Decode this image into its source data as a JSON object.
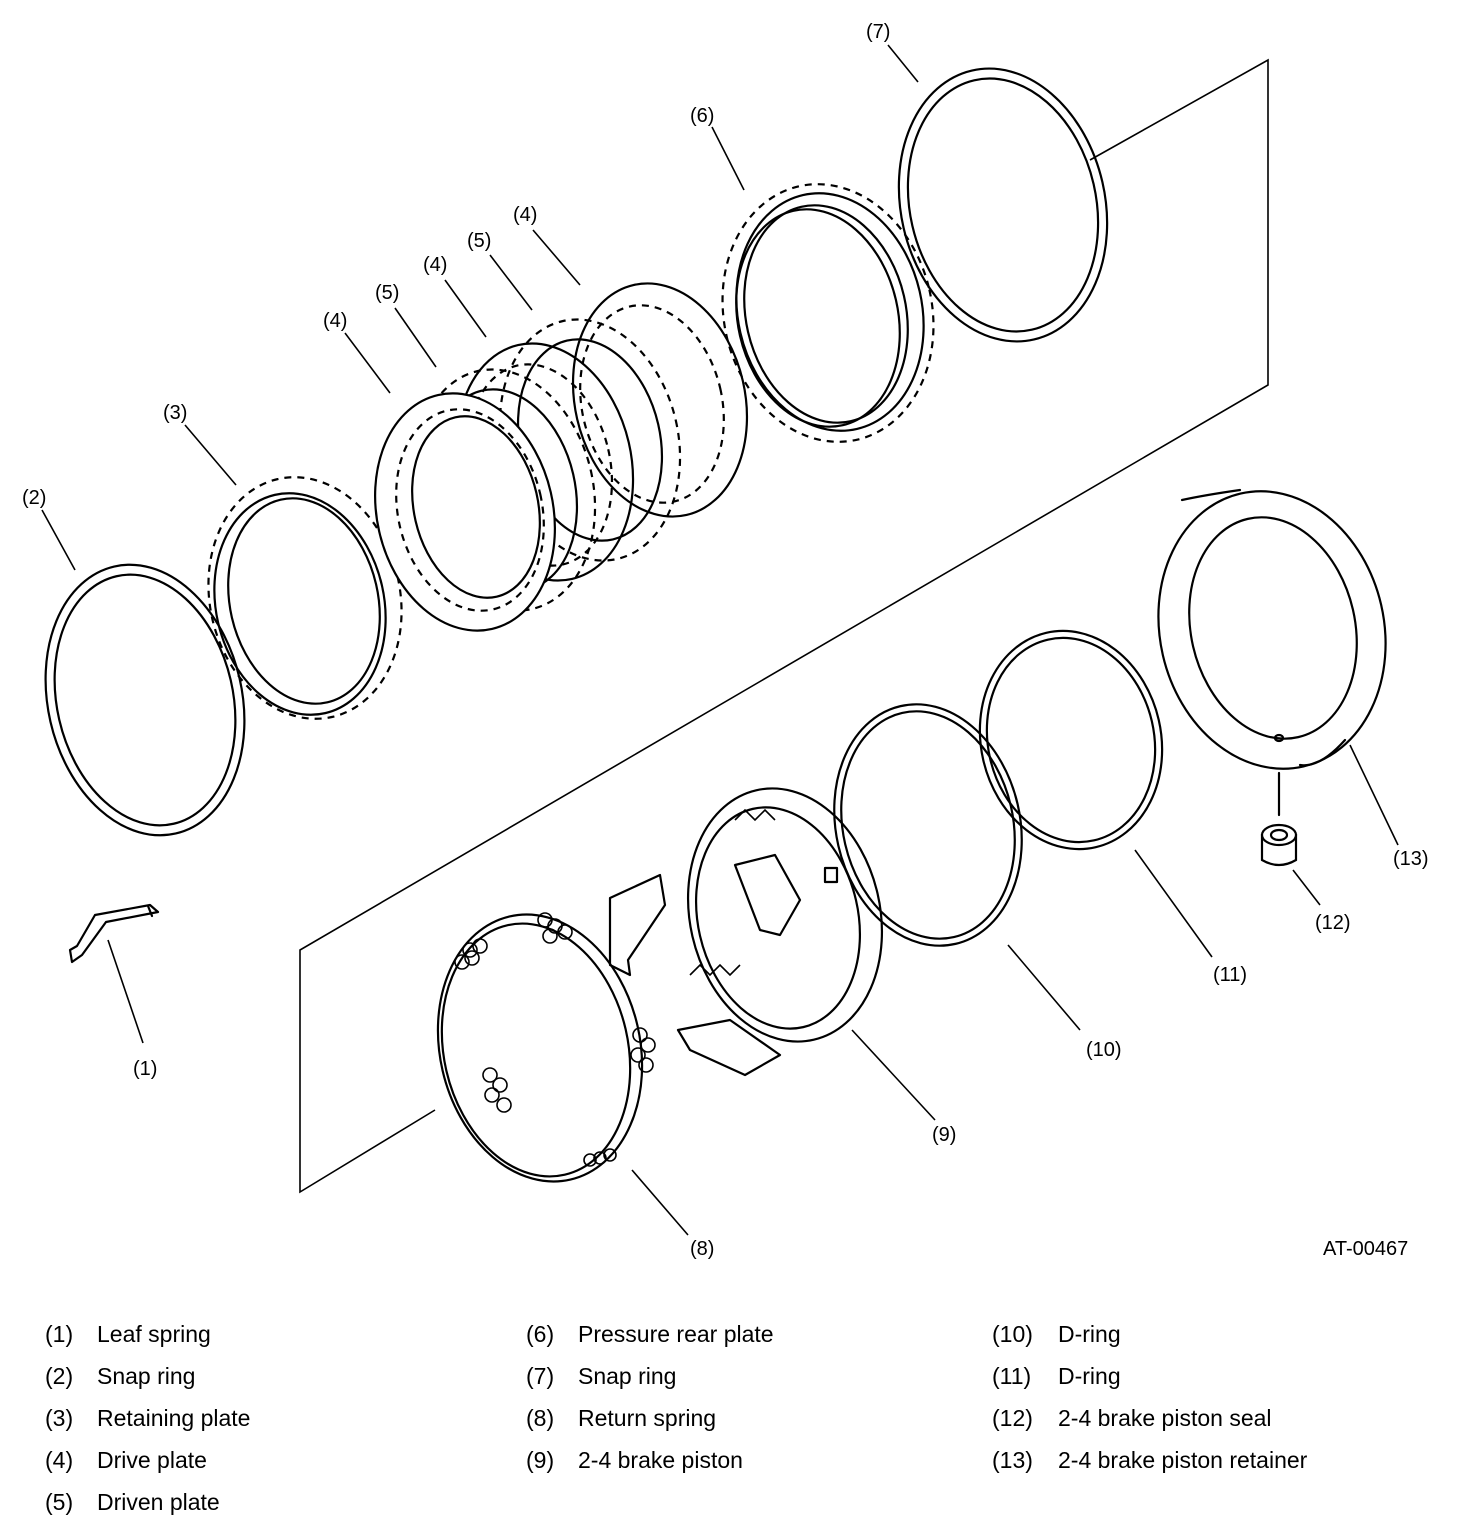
{
  "figure_id": "AT-00467",
  "callouts": [
    "(1)",
    "(2)",
    "(3)",
    "(4)",
    "(5)",
    "(4)",
    "(5)",
    "(4)",
    "(6)",
    "(7)",
    "(8)",
    "(9)",
    "(10)",
    "(11)",
    "(12)",
    "(13)"
  ],
  "legend": [
    {
      "num": "(1)",
      "label": "Leaf spring"
    },
    {
      "num": "(2)",
      "label": "Snap ring"
    },
    {
      "num": "(3)",
      "label": "Retaining plate"
    },
    {
      "num": "(4)",
      "label": "Drive plate"
    },
    {
      "num": "(5)",
      "label": "Driven plate"
    },
    {
      "num": "(6)",
      "label": "Pressure rear plate"
    },
    {
      "num": "(7)",
      "label": "Snap ring"
    },
    {
      "num": "(8)",
      "label": "Return spring"
    },
    {
      "num": "(9)",
      "label": "2-4 brake piston"
    },
    {
      "num": "(10)",
      "label": "D-ring"
    },
    {
      "num": "(11)",
      "label": "D-ring"
    },
    {
      "num": "(12)",
      "label": "2-4 brake piston seal"
    },
    {
      "num": "(13)",
      "label": "2-4 brake piston retainer"
    }
  ]
}
